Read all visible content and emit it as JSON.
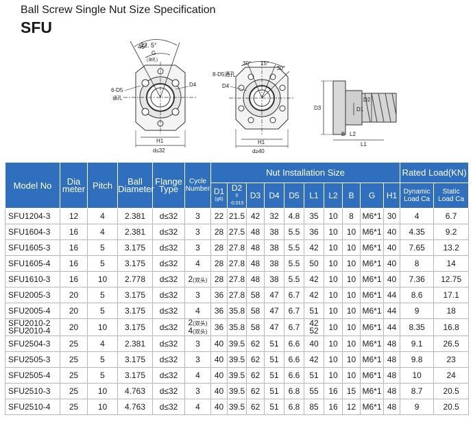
{
  "heading": "Ball Screw  Single  Nut  Size  Specification",
  "model": "SFU",
  "drawing_labels": {
    "ang45": "45°",
    "ang225": "22. 5°",
    "g": "G",
    "g_note": "(油孔)",
    "d4": "D4",
    "six_d5": "6-D5",
    "six_d5_note": "通孔",
    "h1": "H1",
    "dle32": "d≤32",
    "ang30": "30°",
    "ang15": "15°",
    "eight_d5": "8-D5通孔",
    "d3": "D3",
    "d2": "D2",
    "d1": "D1",
    "b": "B",
    "l2": "L2",
    "l1": "L1",
    "dge40": "d≥40"
  },
  "table": {
    "header_group": {
      "model_no": "Model No",
      "diameter_a": "Dia",
      "diameter_b": "meter",
      "pitch": "Pitch",
      "ball_a": "Ball",
      "ball_b": "Diameter",
      "flange_a": "Flange",
      "flange_b": "Type",
      "cycle_a": "Cycle",
      "cycle_b": "Number",
      "nut": "Nut  Installation  Size",
      "rated": "Rated Load(KN)"
    },
    "sub": {
      "d1": "D1",
      "d1_note": "(g6)",
      "d2": "D2",
      "d2_tol_a": "0",
      "d2_tol_b": "-0.015",
      "d3": "D3",
      "d4": "D4",
      "d5": "D5",
      "l1": "L1",
      "l2": "L2",
      "b": "B",
      "g": "G",
      "h1": "H1",
      "dyn_a": "Dynamic",
      "dyn_b": "Load Ca",
      "sta_a": "Static",
      "sta_b": "Load Ca"
    },
    "rows": [
      {
        "model": "SFU1204-3",
        "dia": "12",
        "pitch": "4",
        "ball": "2.381",
        "flange": "d≤32",
        "cycle": "3",
        "d1": "22",
        "d2": "21.5",
        "d3": "42",
        "d4": "32",
        "d5": "4.8",
        "l1": "35",
        "l2": "10",
        "b": "8",
        "g": "M6*1",
        "h1": "30",
        "dyn": "4",
        "sta": "6.7"
      },
      {
        "model": "SFU1604-3",
        "dia": "16",
        "pitch": "4",
        "ball": "2.381",
        "flange": "d≤32",
        "cycle": "3",
        "d1": "28",
        "d2": "27.5",
        "d3": "48",
        "d4": "38",
        "d5": "5.5",
        "l1": "36",
        "l2": "10",
        "b": "10",
        "g": "M6*1",
        "h1": "40",
        "dyn": "4.35",
        "sta": "9.2"
      },
      {
        "model": "SFU1605-3",
        "dia": "16",
        "pitch": "5",
        "ball": "3.175",
        "flange": "d≤32",
        "cycle": "3",
        "d1": "28",
        "d2": "27.8",
        "d3": "48",
        "d4": "38",
        "d5": "5.5",
        "l1": "42",
        "l2": "10",
        "b": "10",
        "g": "M6*1",
        "h1": "40",
        "dyn": "7.65",
        "sta": "13.2"
      },
      {
        "model": "SFU1605-4",
        "dia": "16",
        "pitch": "5",
        "ball": "3.175",
        "flange": "d≤32",
        "cycle": "4",
        "d1": "28",
        "d2": "27.8",
        "d3": "48",
        "d4": "38",
        "d5": "5.5",
        "l1": "50",
        "l2": "10",
        "b": "10",
        "g": "M6*1",
        "h1": "40",
        "dyn": "8",
        "sta": "14"
      },
      {
        "model": "SFU1610-3",
        "dia": "16",
        "pitch": "10",
        "ball": "2.778",
        "flange": "d≤32",
        "cycle": "2",
        "cycle_note": "(双头)",
        "d1": "28",
        "d2": "27.8",
        "d3": "48",
        "d4": "38",
        "d5": "5.5",
        "l1": "42",
        "l2": "10",
        "b": "10",
        "g": "M6*1",
        "h1": "40",
        "dyn": "7.36",
        "sta": "12.75"
      },
      {
        "model": "SFU2005-3",
        "dia": "20",
        "pitch": "5",
        "ball": "3.175",
        "flange": "d≤32",
        "cycle": "3",
        "d1": "36",
        "d2": "27.8",
        "d3": "58",
        "d4": "47",
        "d5": "6.7",
        "l1": "42",
        "l2": "10",
        "b": "10",
        "g": "M6*1",
        "h1": "44",
        "dyn": "8.6",
        "sta": "17.1"
      },
      {
        "model": "SFU2005-4",
        "dia": "20",
        "pitch": "5",
        "ball": "3.175",
        "flange": "d≤32",
        "cycle": "4",
        "d1": "36",
        "d2": "35.8",
        "d3": "58",
        "d4": "47",
        "d5": "6.7",
        "l1": "51",
        "l2": "10",
        "b": "10",
        "g": "M6*1",
        "h1": "44",
        "dyn": "9",
        "sta": "18"
      },
      {
        "model": "SFU2010-2",
        "model_b": "SFU2010-4",
        "dia": "20",
        "pitch": "10",
        "ball": "3.175",
        "flange": "d≤32",
        "cycle": "2",
        "cycle_note": "(双头)",
        "cycle_b": "4",
        "cycle_note_b": "(双头)",
        "d1": "36",
        "d2": "35.8",
        "d3": "58",
        "d4": "47",
        "d5": "6.7",
        "l1": "42",
        "l1_b": "52",
        "l2": "10",
        "b": "10",
        "g": "M6*1",
        "h1": "44",
        "dyn": "8.35",
        "sta": "16.8"
      },
      {
        "model": "SFU2504-3",
        "dia": "25",
        "pitch": "4",
        "ball": "2.381",
        "flange": "d≤32",
        "cycle": "3",
        "d1": "40",
        "d2": "39.5",
        "d3": "62",
        "d4": "51",
        "d5": "6.6",
        "l1": "40",
        "l2": "10",
        "b": "10",
        "g": "M6*1",
        "h1": "48",
        "dyn": "9.1",
        "sta": "26.5"
      },
      {
        "model": "SFU2505-3",
        "dia": "25",
        "pitch": "5",
        "ball": "3.175",
        "flange": "d≤32",
        "cycle": "3",
        "d1": "40",
        "d2": "39.5",
        "d3": "62",
        "d4": "51",
        "d5": "6.6",
        "l1": "42",
        "l2": "10",
        "b": "10",
        "g": "M6*1",
        "h1": "48",
        "dyn": "9.8",
        "sta": "23"
      },
      {
        "model": "SFU2505-4",
        "dia": "25",
        "pitch": "5",
        "ball": "3.175",
        "flange": "d≤32",
        "cycle": "4",
        "d1": "40",
        "d2": "39.5",
        "d3": "62",
        "d4": "51",
        "d5": "6.6",
        "l1": "51",
        "l2": "10",
        "b": "10",
        "g": "M6*1",
        "h1": "48",
        "dyn": "10",
        "sta": "24"
      },
      {
        "model": "SFU2510-3",
        "dia": "25",
        "pitch": "10",
        "ball": "4.763",
        "flange": "d≤32",
        "cycle": "3",
        "d1": "40",
        "d2": "39.5",
        "d3": "62",
        "d4": "51",
        "d5": "6.8",
        "l1": "55",
        "l2": "16",
        "b": "15",
        "g": "M6*1",
        "h1": "48",
        "dyn": "8.7",
        "sta": "20.5"
      },
      {
        "model": "SFU2510-4",
        "dia": "25",
        "pitch": "10",
        "ball": "4.763",
        "flange": "d≤32",
        "cycle": "4",
        "d1": "40",
        "d2": "39.5",
        "d3": "62",
        "d4": "51",
        "d5": "6.8",
        "l1": "85",
        "l2": "16",
        "b": "12",
        "g": "M6*1",
        "h1": "48",
        "dyn": "9",
        "sta": "20.5"
      }
    ]
  }
}
